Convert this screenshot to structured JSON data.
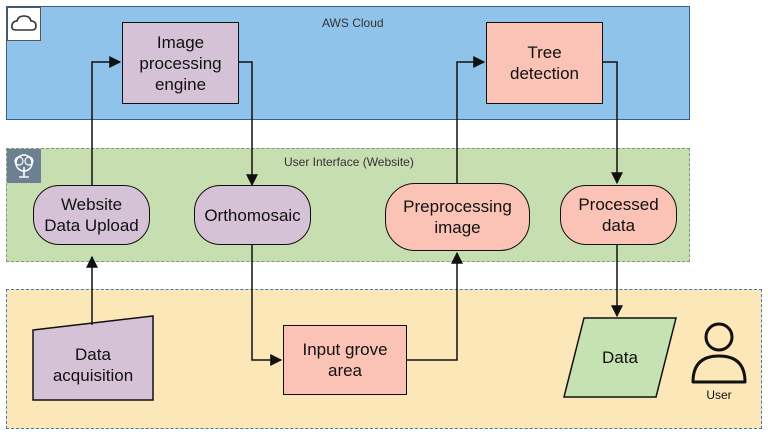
{
  "zones": {
    "cloud": {
      "title": "AWS Cloud",
      "fill": "#8fc3ea",
      "border": "#2f5f8f"
    },
    "ui": {
      "title": "User Interface (Website)",
      "fill": "#c7deb1",
      "border": "#7a9a7a"
    },
    "local": {
      "title": "",
      "fill": "#fbe7b8",
      "border": "#3c78c8"
    }
  },
  "nodes": {
    "image_processing_engine": {
      "label": "Image\nprocessing\nengine",
      "fill": "#d5c2d6"
    },
    "tree_detection": {
      "label": "Tree\ndetection",
      "fill": "#fbc3b5"
    },
    "website_data_upload": {
      "label": "Website\nData Upload",
      "fill": "#d5c2d6"
    },
    "orthomosaic": {
      "label": "Orthomosaic",
      "fill": "#d5c2d6"
    },
    "preprocessing_image": {
      "label": "Preprocessing\nimage",
      "fill": "#fbc3b5"
    },
    "processed_data": {
      "label": "Processed\ndata",
      "fill": "#fbc3b5"
    },
    "data_acquisition": {
      "label": "Data\nacquisition",
      "fill": "#d5c2d6"
    },
    "input_grove_area": {
      "label": "Input grove\narea",
      "fill": "#fbc3b5"
    },
    "data": {
      "label": "Data",
      "fill": "#c7e2b2"
    }
  },
  "user": {
    "label": "User"
  },
  "icons": {
    "cloud": "cloud-icon",
    "ui": "tree-gear-icon",
    "user": "user-icon"
  }
}
